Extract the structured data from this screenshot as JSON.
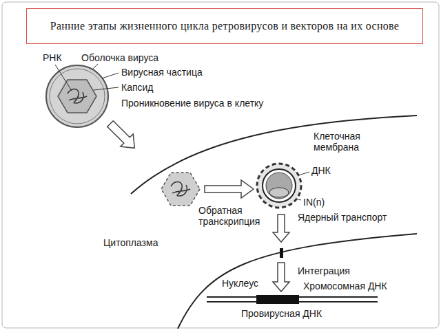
{
  "diagram": {
    "title": "Ранние этапы жизненного цикла ретровирусов и векторов на их основе",
    "labels": [
      "РНК",
      "Оболочка вируса",
      "Вирусная частица",
      "Капсид",
      "Проникновение вируса в клетку",
      "Клеточная мембрана",
      "ДНК",
      "Обратная транскрипция",
      "IN(n)",
      "Ядерный транспорт",
      "Цитоплазма",
      "Нуклеус",
      "Интеграция",
      "Хромосомная ДНК",
      "Провирусная ДНК"
    ]
  }
}
